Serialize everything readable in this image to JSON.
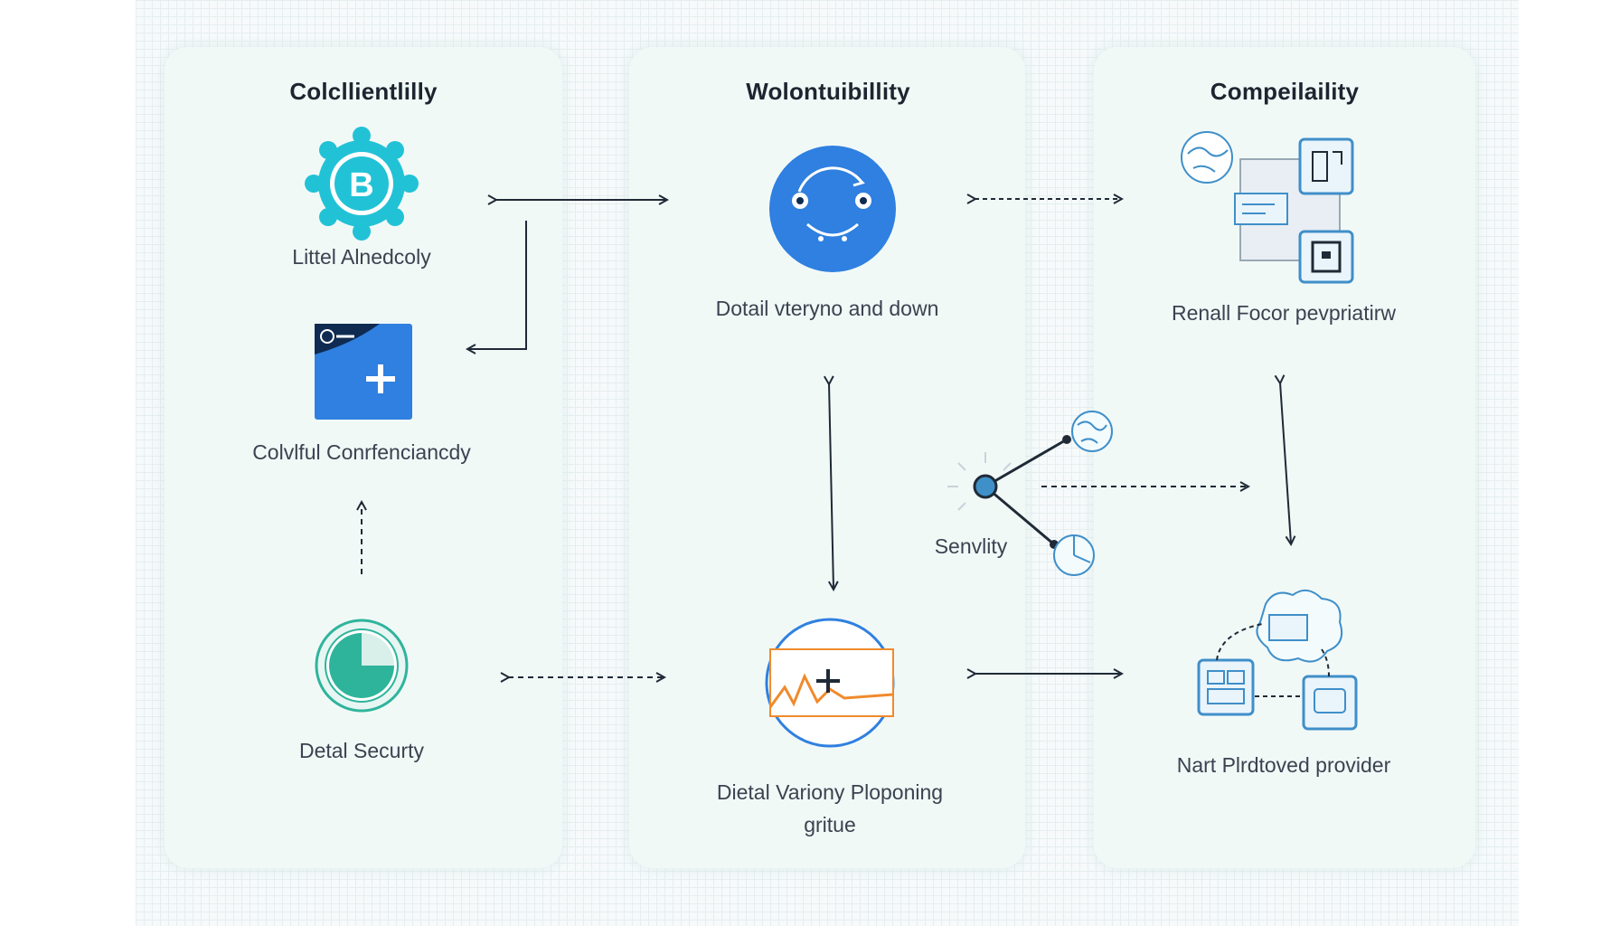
{
  "columns": [
    {
      "title": "Colcllientlilly"
    },
    {
      "title": "Wolontuibillity"
    },
    {
      "title": "Compeilaility"
    }
  ],
  "nodes": {
    "bitcoin": {
      "label": "Littel Alnedcoly"
    },
    "add_card": {
      "label": "Colvlful Conrfenciancdy"
    },
    "security_badge": {
      "label": "Detal Securty"
    },
    "smiley": {
      "label": "Dotail vteryno and down"
    },
    "chart_circle": {
      "label": "Dietal Variony Ploponing gritue"
    },
    "sensity": {
      "label": "Senvlity"
    },
    "devices": {
      "label": "Renall Focor pevpriatirw"
    },
    "provider": {
      "label": "Nart Plrdtoved provider"
    }
  },
  "colors": {
    "accent_teal": "#22c2d6",
    "accent_blue": "#2f80e0",
    "badge_green": "#2fb49c",
    "chart_orange": "#f08a2c",
    "line_dark": "#1f2a36",
    "icon_blue": "#3f8fc9"
  }
}
